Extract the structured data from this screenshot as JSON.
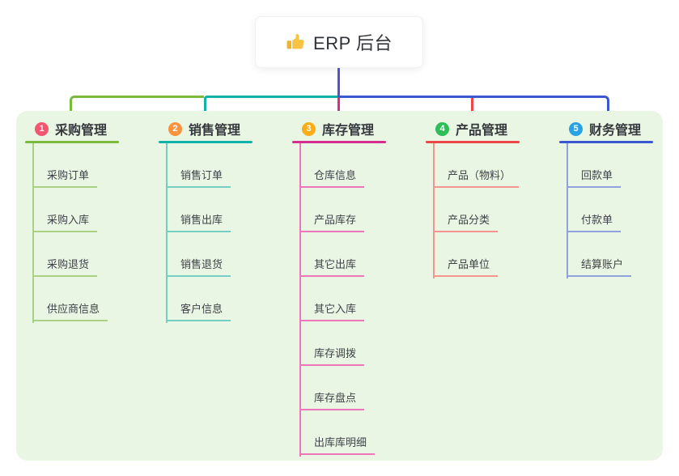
{
  "root": {
    "title": "ERP 后台",
    "icon": "thumbs-up-icon"
  },
  "branches": [
    {
      "index": "1",
      "label": "采购管理",
      "children": [
        "采购订单",
        "采购入库",
        "采购退货",
        "供应商信息"
      ]
    },
    {
      "index": "2",
      "label": "销售管理",
      "children": [
        "销售订单",
        "销售出库",
        "销售退货",
        "客户信息"
      ]
    },
    {
      "index": "3",
      "label": "库存管理",
      "children": [
        "仓库信息",
        "产品库存",
        "其它出库",
        "其它入库",
        "库存调拨",
        "库存盘点",
        "出库库明细"
      ]
    },
    {
      "index": "4",
      "label": "产品管理",
      "children": [
        "产品（物料）",
        "产品分类",
        "产品单位"
      ]
    },
    {
      "index": "5",
      "label": "财务管理",
      "children": [
        "回款单",
        "付款单",
        "结算账户"
      ]
    }
  ],
  "colors": {
    "canvas-bg": "#e9f6e4",
    "stem": "#4f55d2",
    "b1-strong": "#7cba3d",
    "b1-light": "#abd284",
    "b1-badge": "#f3566e",
    "b2-strong": "#10b3a6",
    "b2-light": "#74cfc2",
    "b2-badge": "#fa9340",
    "b3-strong": "#d42d8d",
    "b3-light": "#ef76ba",
    "b3-badge": "#fbad19",
    "b4-strong": "#ee4747",
    "b4-light": "#f4958f",
    "b4-badge": "#2ebd59",
    "b5-strong": "#3c58d0",
    "b5-light": "#8fa2dc",
    "b5-badge": "#2aa2e5"
  }
}
